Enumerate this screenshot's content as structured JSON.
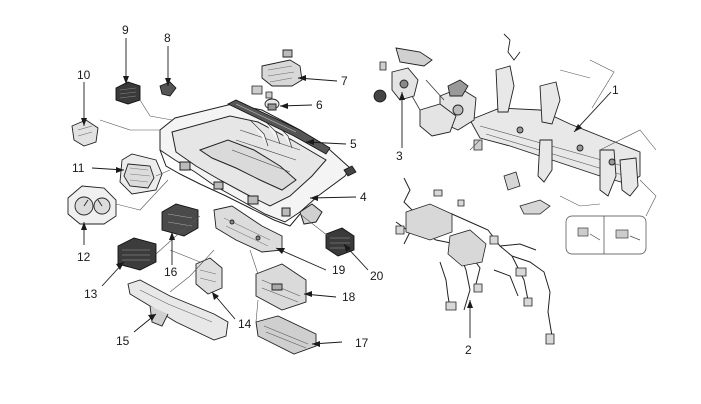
{
  "figure": {
    "callouts": [
      {
        "id": "1",
        "label": "1"
      },
      {
        "id": "2",
        "label": "2"
      },
      {
        "id": "3",
        "label": "3"
      },
      {
        "id": "4",
        "label": "4"
      },
      {
        "id": "5",
        "label": "5"
      },
      {
        "id": "6",
        "label": "6"
      },
      {
        "id": "7",
        "label": "7"
      },
      {
        "id": "8",
        "label": "8"
      },
      {
        "id": "9",
        "label": "9"
      },
      {
        "id": "10",
        "label": "10"
      },
      {
        "id": "11",
        "label": "11"
      },
      {
        "id": "12",
        "label": "12"
      },
      {
        "id": "13",
        "label": "13"
      },
      {
        "id": "14",
        "label": "14"
      },
      {
        "id": "15",
        "label": "15"
      },
      {
        "id": "16",
        "label": "16"
      },
      {
        "id": "17",
        "label": "17"
      },
      {
        "id": "18",
        "label": "18"
      },
      {
        "id": "19",
        "label": "19"
      },
      {
        "id": "20",
        "label": "20"
      }
    ]
  }
}
